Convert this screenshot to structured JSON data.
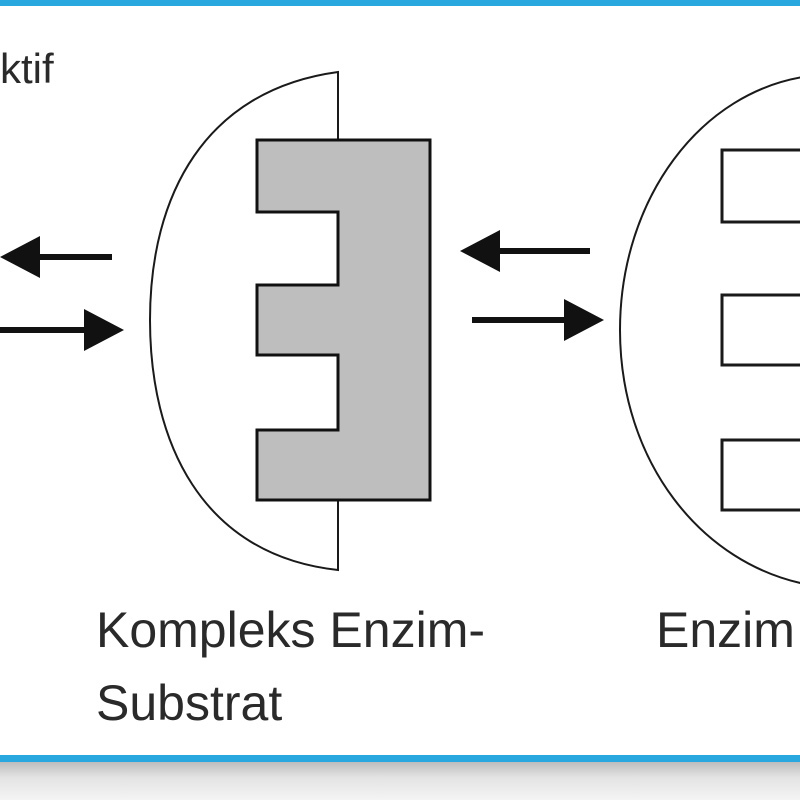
{
  "labels": {
    "active_site_fragment": "ktif",
    "complex_line1": "Kompleks Enzim-",
    "complex_line2": "Substrat",
    "enzyme_fragment": "Enzim"
  },
  "colors": {
    "frame_border": "#29a8e0",
    "substrate_fill": "#bebebe",
    "outline": "#1a1a1a",
    "arrow": "#111111",
    "text": "#2a2a2a"
  }
}
